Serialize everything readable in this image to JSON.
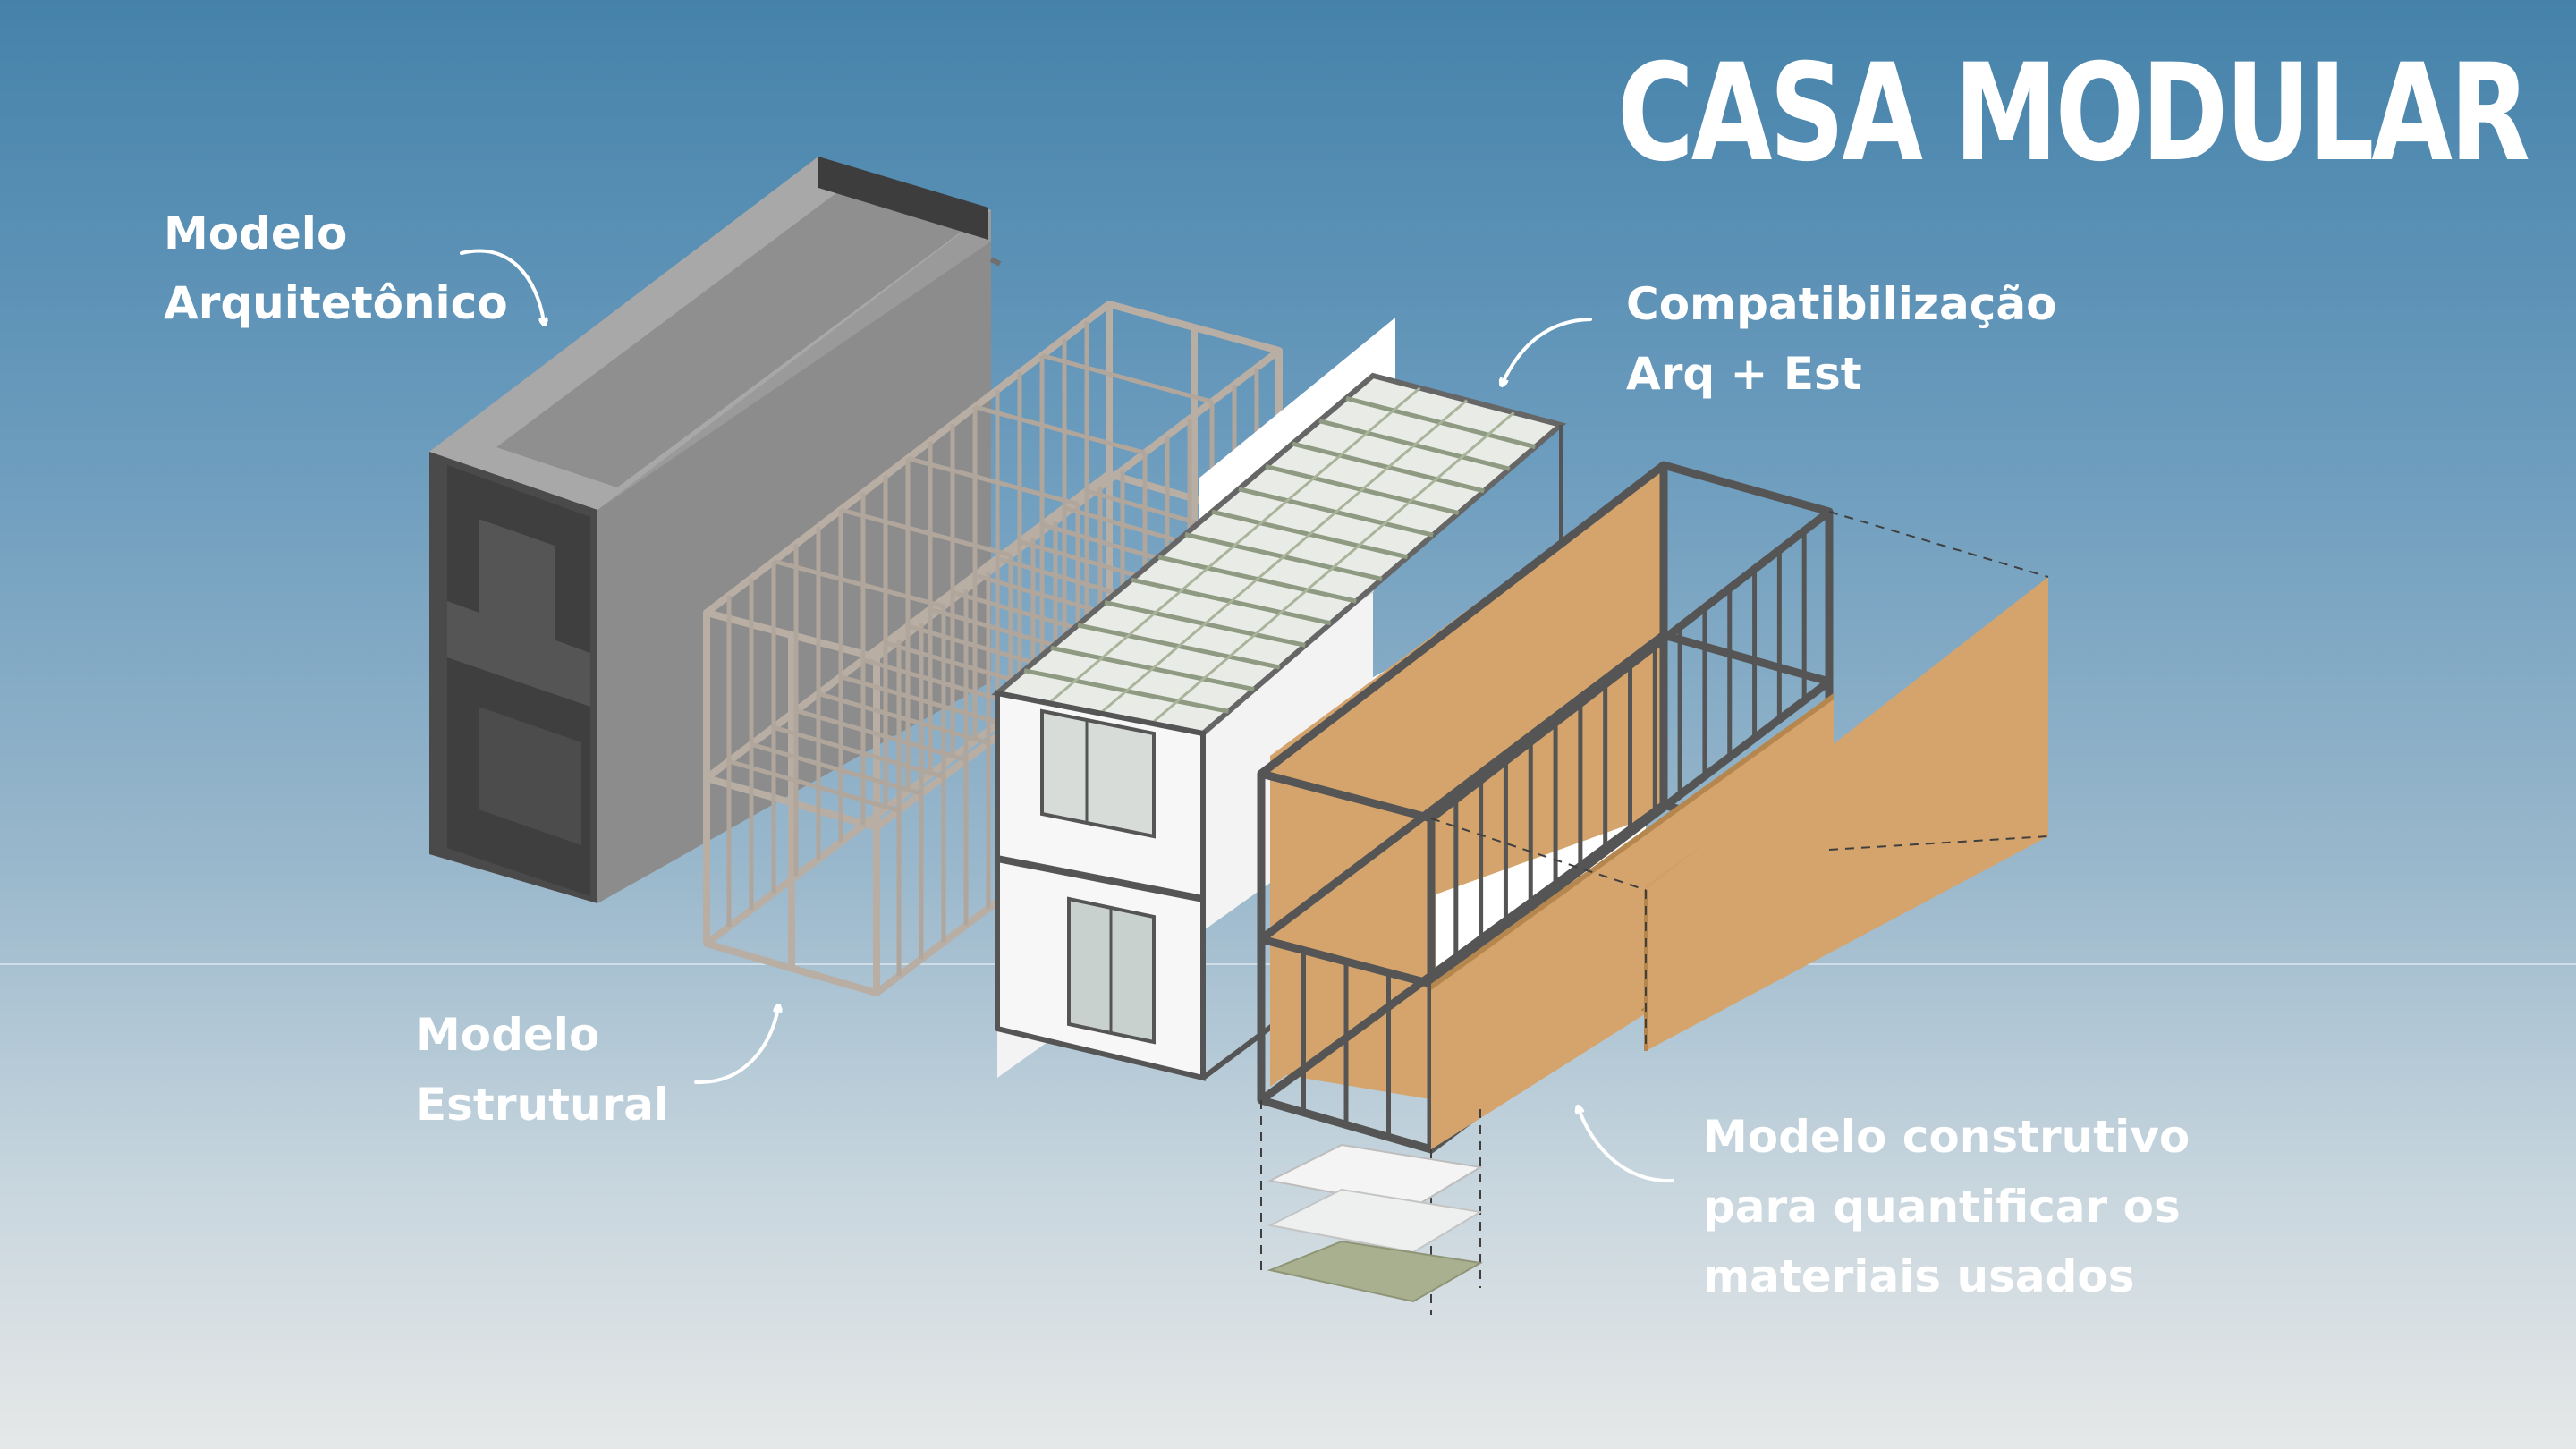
{
  "title": "CASA MODULAR",
  "labels": {
    "arquitetonico": [
      "Modelo",
      "Arquitetônico"
    ],
    "compatibilizacao": [
      "Compatibilização",
      "Arq + Est"
    ],
    "estrutural": [
      "Modelo",
      "Estrutural"
    ],
    "construtivo": [
      "Modelo construtivo",
      "para quantificar os",
      "materiais usados"
    ]
  },
  "colors": {
    "background_top": "#4582aa",
    "background_bottom": "#e6e8e8",
    "text": "#ffffff",
    "solid_block": "#8f8f8f",
    "solid_block_dark": "#454545",
    "steel_frame": "#b9aea4",
    "wall_panel": "#ffffff",
    "osb_panel": "#d4a46c",
    "frame_dark": "#555555"
  },
  "icons": [
    "curved-arrow-icon"
  ]
}
